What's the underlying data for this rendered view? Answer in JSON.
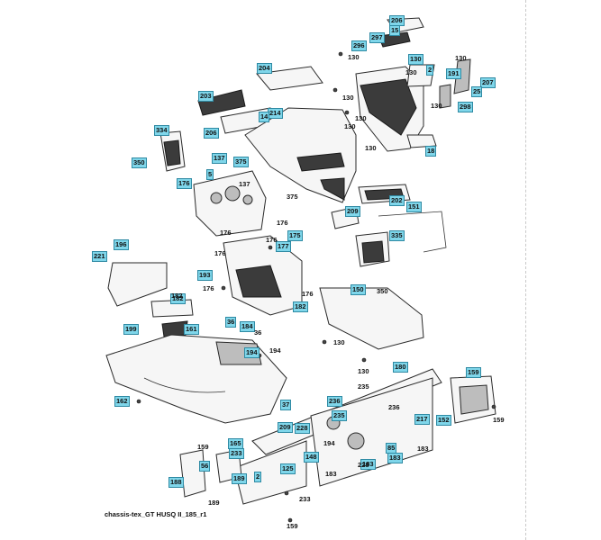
{
  "caption": "chassis-tex_GT HUSQ II_185_r1",
  "callouts_boxed": [
    "206",
    "15",
    "297",
    "296",
    "130",
    "2",
    "191",
    "207",
    "25",
    "298",
    "204",
    "203",
    "214",
    "14",
    "206",
    "334",
    "350",
    "137",
    "375",
    "5",
    "176",
    "18",
    "202",
    "209",
    "151",
    "335",
    "196",
    "221",
    "182",
    "193",
    "175",
    "177",
    "150",
    "182",
    "199",
    "161",
    "36",
    "184",
    "159",
    "162",
    "165",
    "233",
    "189",
    "188",
    "56",
    "37",
    "209",
    "228",
    "148",
    "125",
    "2",
    "180",
    "236",
    "235",
    "217",
    "152",
    "183",
    "194",
    "85",
    "183"
  ],
  "callouts_plain": [
    "130",
    "130",
    "130",
    "130",
    "130",
    "130",
    "130",
    "130",
    "137",
    "375",
    "176",
    "176",
    "176",
    "176",
    "176",
    "182",
    "176",
    "350",
    "130",
    "130",
    "36",
    "194",
    "235",
    "236",
    "194",
    "228",
    "183",
    "159",
    "189",
    "233",
    "159",
    "159",
    "183"
  ]
}
